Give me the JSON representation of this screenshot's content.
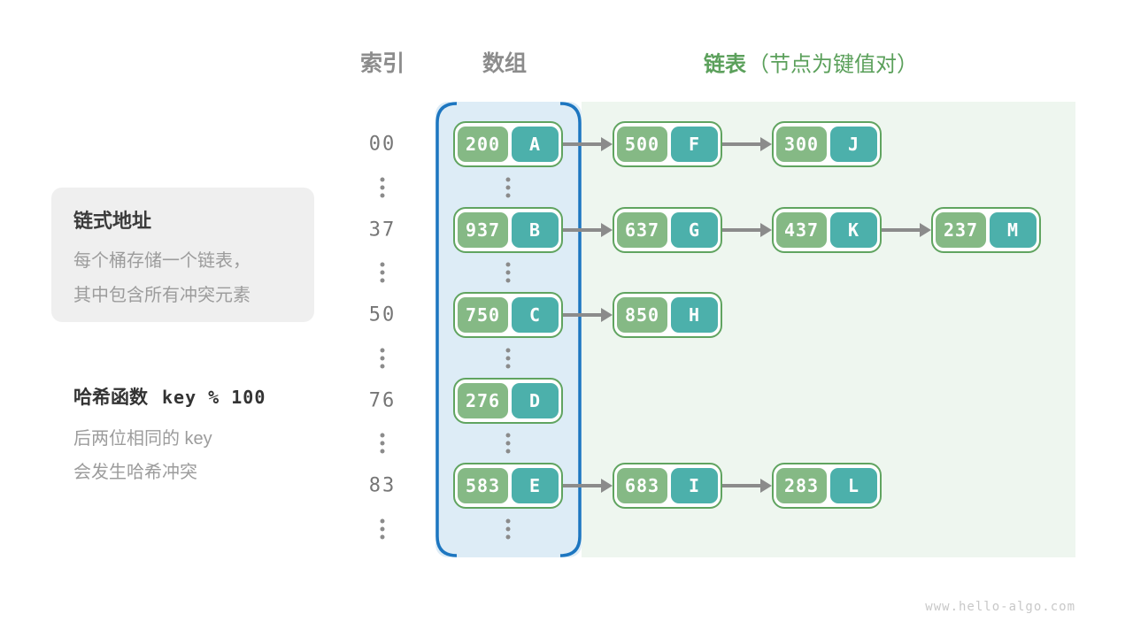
{
  "headers": {
    "index": "索引",
    "array": "数组",
    "list": "链表",
    "list_note": "（节点为键值对）"
  },
  "info_card": {
    "title": "链式地址",
    "lines": [
      "每个桶存储一个链表，",
      "其中包含所有冲突元素"
    ]
  },
  "hash_note": {
    "title": "哈希函数",
    "code": "key % 100",
    "lines": [
      "后两位相同的 key",
      "会发生哈希冲突"
    ]
  },
  "rows": [
    {
      "index": "00",
      "nodes": [
        {
          "key": "200",
          "value": "A"
        },
        {
          "key": "500",
          "value": "F"
        },
        {
          "key": "300",
          "value": "J"
        }
      ]
    },
    {
      "index": "37",
      "nodes": [
        {
          "key": "937",
          "value": "B"
        },
        {
          "key": "637",
          "value": "G"
        },
        {
          "key": "437",
          "value": "K"
        },
        {
          "key": "237",
          "value": "M"
        }
      ]
    },
    {
      "index": "50",
      "nodes": [
        {
          "key": "750",
          "value": "C"
        },
        {
          "key": "850",
          "value": "H"
        }
      ]
    },
    {
      "index": "76",
      "nodes": [
        {
          "key": "276",
          "value": "D"
        }
      ]
    },
    {
      "index": "83",
      "nodes": [
        {
          "key": "583",
          "value": "E"
        },
        {
          "key": "683",
          "value": "I"
        },
        {
          "key": "283",
          "value": "L"
        }
      ]
    }
  ],
  "watermark": "www.hello-algo.com",
  "icons": {
    "arrow": "solid gray right-arrow (css triangle)",
    "ellipsis": "three vertical gray dots"
  },
  "colors": {
    "array_panel_fill": "#ddecf6",
    "array_bracket_blue": "#1d76c0",
    "list_panel_fill": "#eef6ef",
    "node_border_green": "#60a460",
    "key_green": "#85b985",
    "value_teal": "#4cb0ab",
    "arrow_gray": "#8b8b8b",
    "header_gray": "#8c8c8c",
    "header_green": "#5ba05b",
    "index_gray": "#767676",
    "info_card_bg": "#efefef",
    "body_text_gray": "#9c9c9c",
    "title_dark": "#3b3b3b",
    "watermark_gray": "#c8c8c8"
  }
}
